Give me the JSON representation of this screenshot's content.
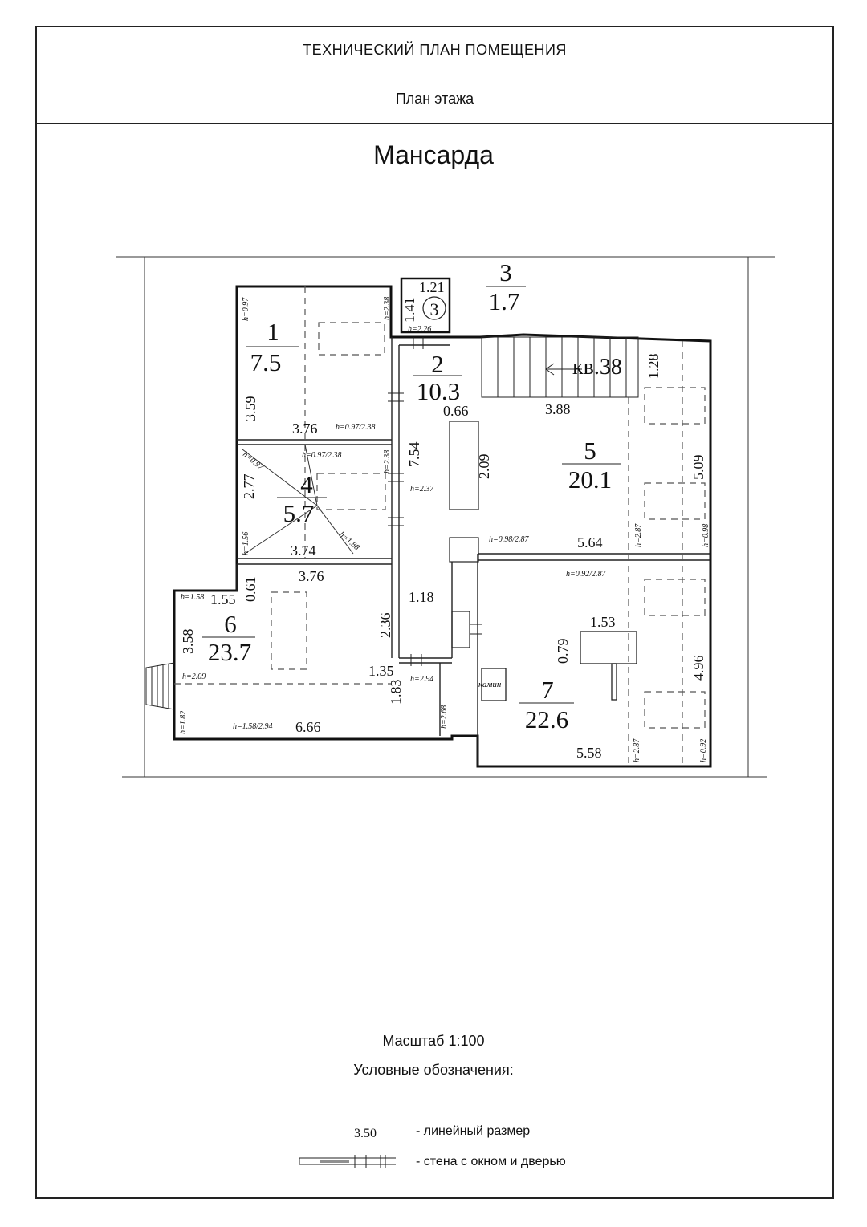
{
  "header": {
    "title": "ТЕХНИЧЕСКИЙ ПЛАН ПОМЕЩЕНИЯ",
    "subtitle": "План этажа"
  },
  "floor_title": "Мансарда",
  "plan": {
    "apartment_label": "кв.38",
    "fireplace_label": "камин",
    "stair_circle_label": "3",
    "rooms": [
      {
        "num": "1",
        "area": "7.5"
      },
      {
        "num": "2",
        "area": "10.3"
      },
      {
        "num": "3",
        "area": "1.7"
      },
      {
        "num": "4",
        "area": "5.7"
      },
      {
        "num": "5",
        "area": "20.1"
      },
      {
        "num": "6",
        "area": "23.7"
      },
      {
        "num": "7",
        "area": "22.6"
      }
    ],
    "dims": [
      "1.21",
      "1.41",
      "3.59",
      "3.76",
      "7.54",
      "0.66",
      "3.88",
      "1.28",
      "2.09",
      "5.09",
      "2.77",
      "3.74",
      "5.64",
      "0.61",
      "3.76",
      "1.55",
      "3.58",
      "2.36",
      "1.18",
      "1.35",
      "1.83",
      "6.66",
      "1.53",
      "0.79",
      "4.96",
      "5.58"
    ],
    "heights": [
      "h=0.97",
      "h=2.38",
      "h=2.26",
      "h=0.97/2.38",
      "h=0.97/2.38",
      "h=2.38",
      "h=0.97",
      "h=2.37",
      "h=1.56",
      "h=1.88",
      "h=0.98/2.87",
      "h=2.87",
      "h=0.98",
      "h=0.92/2.87",
      "h=1.58",
      "h=2.09",
      "h=2.94",
      "h=1.82",
      "h=2.68",
      "h=1.58/2.94",
      "h=2.87",
      "h=0.92"
    ]
  },
  "footer": {
    "scale": "Масштаб 1:100",
    "legend_title": "Условные обозначения:",
    "legend": [
      {
        "sample": "3.50",
        "text": "- линейный размер"
      },
      {
        "sample": "",
        "text": "- стена с окном и дверью"
      }
    ]
  }
}
